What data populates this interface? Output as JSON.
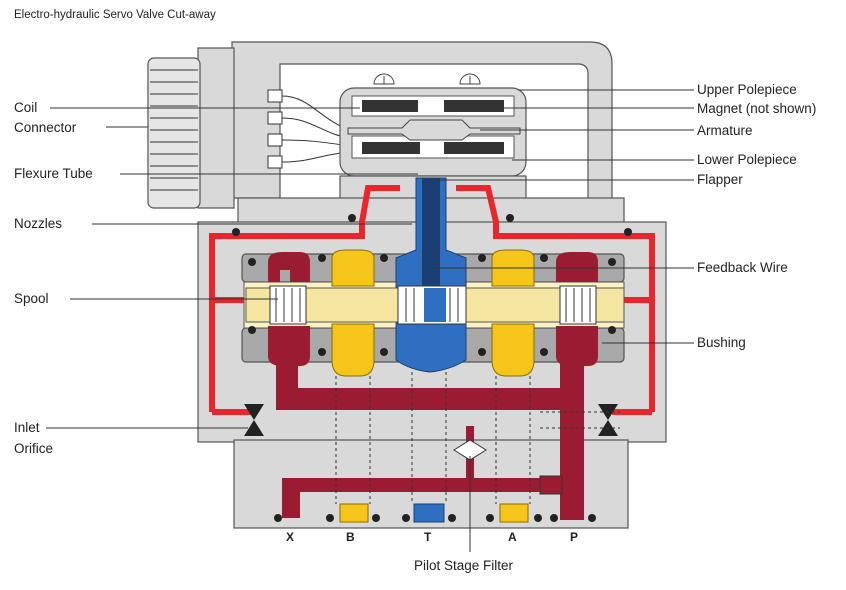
{
  "title": "Electro-hydraulic Servo Valve Cut-away",
  "labels_left": {
    "coil": "Coil",
    "connector": "Connector",
    "flexure_tube": "Flexure Tube",
    "nozzles": "Nozzles",
    "spool": "Spool",
    "inlet": "Inlet",
    "orifice": "Orifice"
  },
  "labels_right": {
    "upper_polepiece": "Upper Polepiece",
    "magnet": "Magnet (not shown)",
    "armature": "Armature",
    "lower_polepiece": "Lower Polepiece",
    "flapper": "Flapper",
    "feedback_wire": "Feedback Wire",
    "bushing": "Bushing"
  },
  "labels_bottom": {
    "pilot_stage_filter": "Pilot Stage Filter"
  },
  "ports": {
    "x": "X",
    "b": "B",
    "t": "T",
    "a": "A",
    "p": "P"
  },
  "colors": {
    "supply": "#e8262b",
    "pilot": "#9b1c32",
    "control": "#f5c518",
    "tank": "#2f6fc2",
    "housing": "#d9d9d9"
  }
}
